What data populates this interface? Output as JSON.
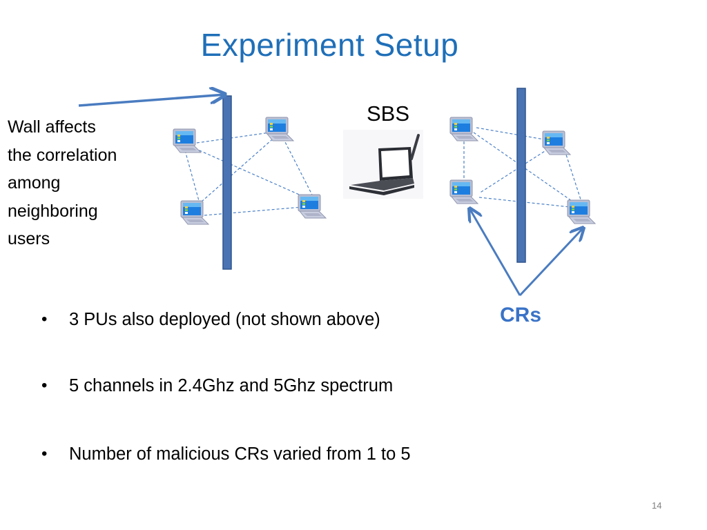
{
  "slide": {
    "title": "Experiment Setup",
    "page_number": "14"
  },
  "diagram": {
    "wall_note_lines": [
      "Wall affects",
      "the correlation",
      "among",
      "neighboring",
      "users"
    ],
    "sbs_label": "SBS",
    "crs_label": "CRs",
    "colors": {
      "title": "#1f6fb8",
      "wall": "#4a73b4",
      "wall_edge": "#2e548c",
      "dashed_link": "#4a80c8",
      "arrow": "#4a7cc0",
      "crs_label": "#3a73c7"
    },
    "icons": [
      "laptop-icon",
      "sbs-laptop-with-antenna-icon",
      "wall-icon",
      "arrow-icon"
    ]
  },
  "bullets": [
    "3 PUs also deployed (not shown above)",
    "5 channels in 2.4Ghz and 5Ghz spectrum",
    "Number of malicious CRs varied from 1 to 5"
  ]
}
